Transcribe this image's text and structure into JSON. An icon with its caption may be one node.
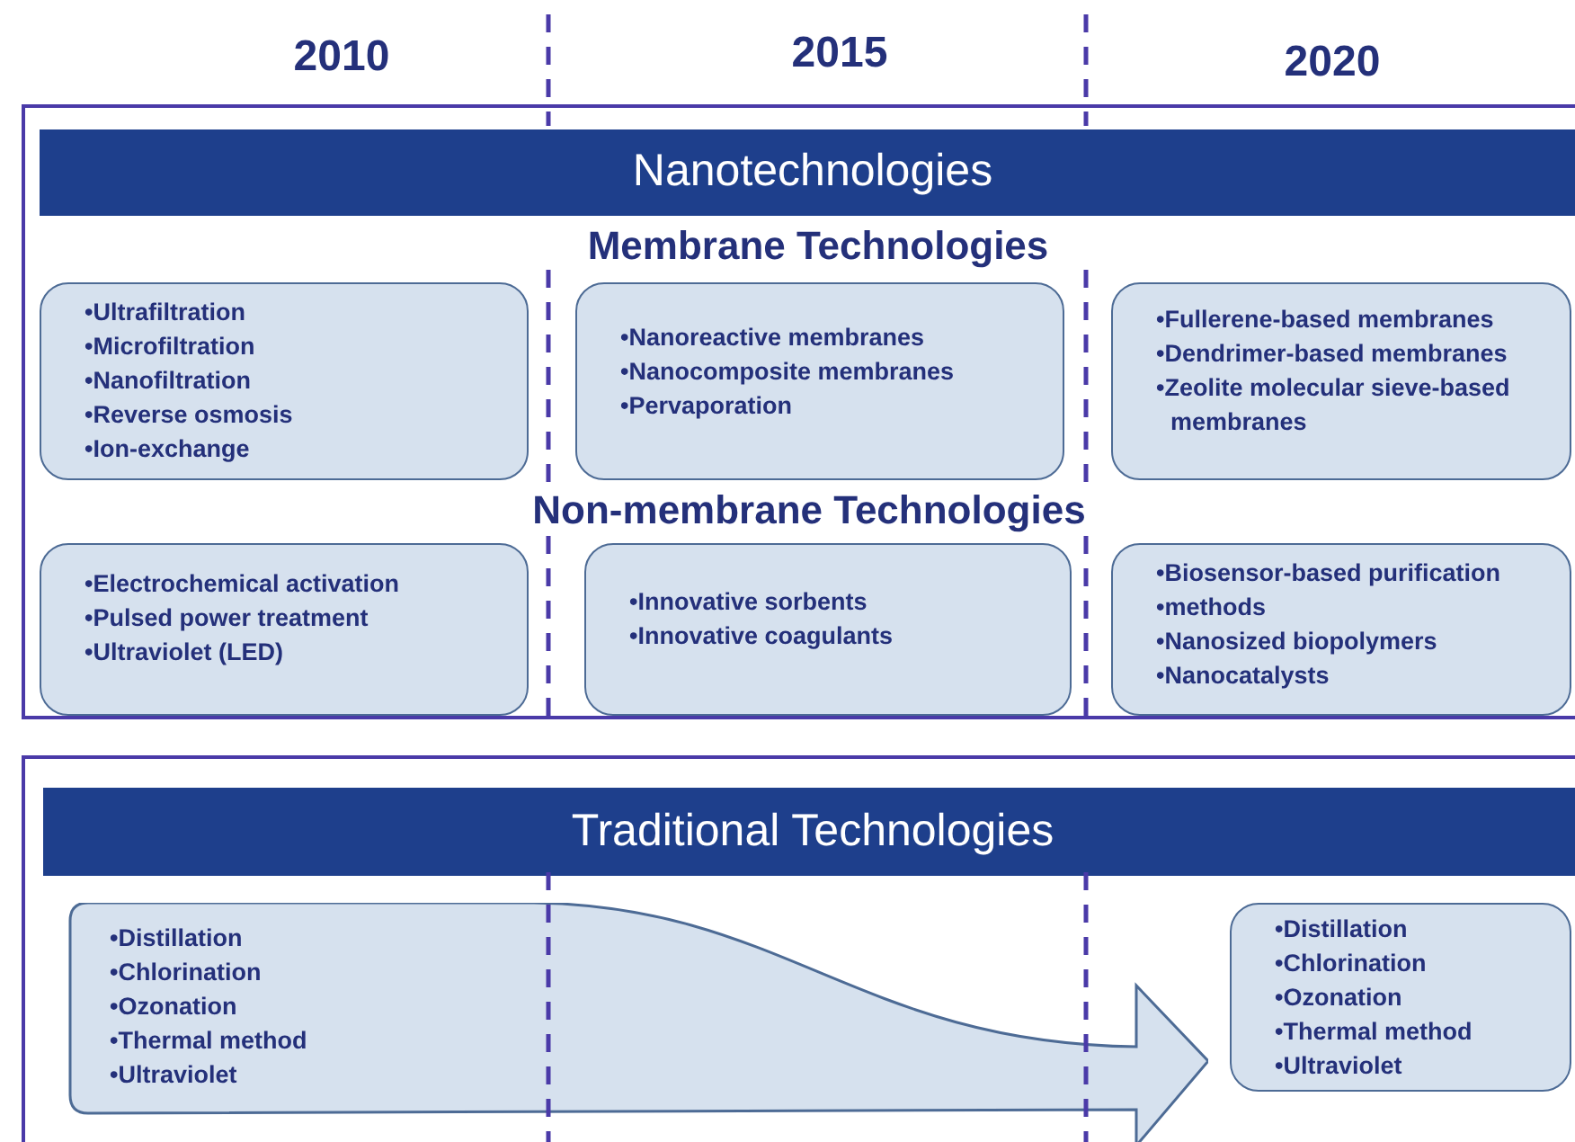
{
  "diagram": {
    "nodes": [
      {
        "text": [],
        "shape": "box"
      },
      {
        "text": [
          "Nanotechnologies"
        ],
        "in": 0
      },
      {
        "text": [
          "•Ultrafiltration",
          "•Microfiltration",
          "•Nanofiltration",
          "•Reverse osmosis",
          "•Ion-exchange"
        ],
        "in": 0
      },
      {
        "text": [
          "•Nanoreactive membranes",
          "•Nanocomposite membranes",
          "•Pervaporation"
        ],
        "in": 0
      },
      {
        "text": [
          "•Fullerene-based membranes",
          "•Dendrimer-based membranes",
          "•Zeolite molecular sieve-based membranes"
        ],
        "in": 0
      },
      {
        "text": [
          "•Electrochemical activation",
          "•Pulsed power treatment",
          "•Ultraviolet (LED)"
        ],
        "in": 0
      },
      {
        "text": [
          "•Innovative sorbents",
          "•Innovative coagulants"
        ],
        "in": 0
      },
      {
        "text": [
          "•Biosensor-based purification",
          "•methods",
          "•Nanosized biopolymers",
          "•Nanocatalysts"
        ],
        "in": 0
      },
      {
        "text": [],
        "shape": "box"
      },
      {
        "text": [
          "Traditional Technologies"
        ],
        "in": 8
      },
      {
        "text": [
          "•Distillation",
          "•Chlorination",
          "•Ozonation",
          "•Thermal method",
          "•Ultraviolet"
        ],
        "in": 8
      },
      {
        "text": [
          "•Distillation",
          "•Chlorination",
          "•Ozonation",
          "•Thermal method",
          "•Ultraviolet"
        ],
        "in": 8
      }
    ],
    "labels": [
      "2010",
      "2015",
      "2020",
      "Membrane Technologies",
      "Non-membrane Technologies"
    ]
  }
}
